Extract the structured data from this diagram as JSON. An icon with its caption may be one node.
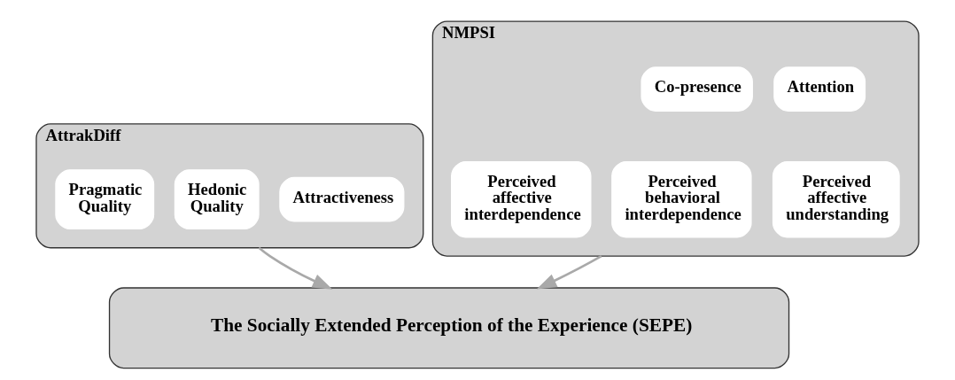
{
  "diagram": {
    "nodes": [
      {
        "text": [
          "AttrakDiff"
        ]
      },
      {
        "text": [
          "Pragmatic Quality"
        ],
        "in": 0
      },
      {
        "text": [
          "Hedonic Quality"
        ],
        "in": 0
      },
      {
        "text": [
          "Attractiveness"
        ],
        "in": 0
      },
      {
        "text": [
          "NMPSI"
        ]
      },
      {
        "text": [
          "Co-presence"
        ],
        "in": 4
      },
      {
        "text": [
          "Attention"
        ],
        "in": 4
      },
      {
        "text": [
          "Perceived affective interdependence"
        ],
        "in": 4
      },
      {
        "text": [
          "Perceived behavioral interdependence"
        ],
        "in": 4
      },
      {
        "text": [
          "Perceived affective understanding"
        ],
        "in": 4
      },
      {
        "text": [
          "The Socially Extended Perception of the Experience (SEPE)"
        ]
      }
    ],
    "edges": [
      {
        "from": 0,
        "to": 10,
        "arrow": "to"
      },
      {
        "from": 4,
        "to": 10,
        "arrow": "to"
      }
    ]
  }
}
